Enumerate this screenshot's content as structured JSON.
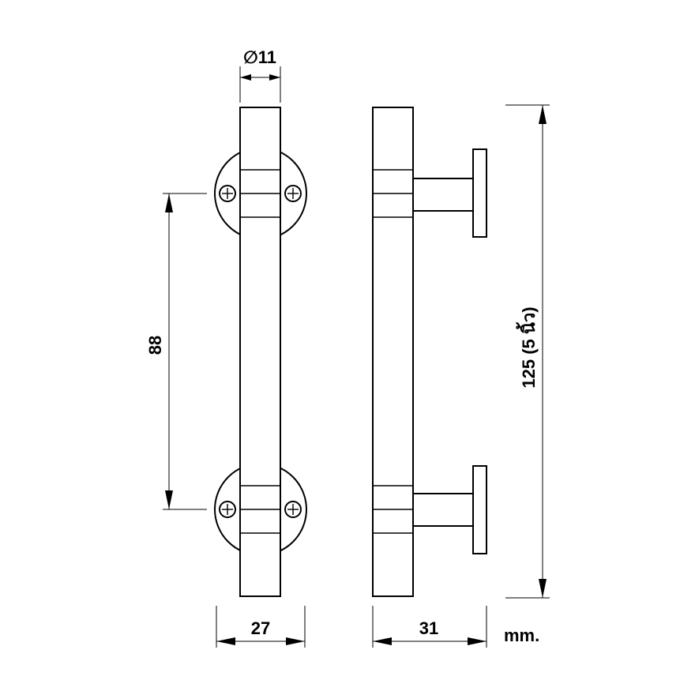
{
  "dimensions": {
    "diameter": "∅11",
    "hole_spacing": "88",
    "overall_length": "125 (5 นิ้ว)",
    "base_width": "27",
    "projection": "31",
    "unit": "mm."
  },
  "icons": {
    "screw": "screw-head-icon"
  },
  "colors": {
    "line": "#000000",
    "background": "#ffffff"
  }
}
